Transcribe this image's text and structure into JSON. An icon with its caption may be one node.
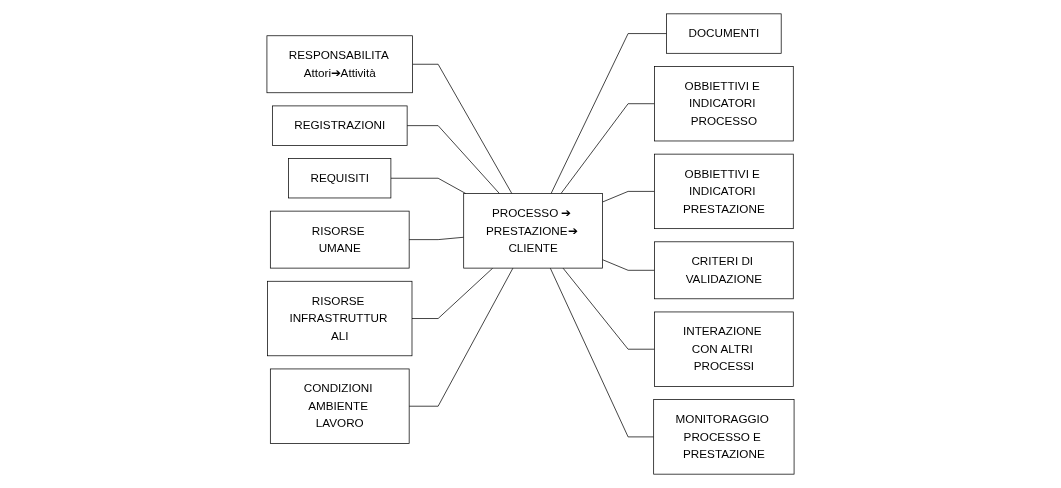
{
  "diagram": {
    "nodes": [
      {
        "text": [
          "RESPONSABILITA Attori➔Attività"
        ]
      },
      {
        "text": [
          "REGISTRAZIONI"
        ]
      },
      {
        "text": [
          "REQUISITI"
        ]
      },
      {
        "text": [
          "DOCUMENTI"
        ]
      },
      {
        "text": [
          "RISORSE UMANE"
        ]
      },
      {
        "text": [
          "OBBIETTIVI E INDICATORI PROCESSO"
        ]
      },
      {
        "text": [
          "PROCESSO ➔ PRESTAZIONE➔ CLIENTE"
        ]
      },
      {
        "text": [
          "RISORSE INFRASTRUTTUR ALI"
        ]
      },
      {
        "text": [
          "OBBIETTIVI E INDICATORI PRESTAZIONE"
        ]
      },
      {
        "text": [
          "CONDIZIONI AMBIENTE LAVORO"
        ]
      },
      {
        "text": [
          "CRITERI DI VALIDAZIONE"
        ]
      },
      {
        "text": [
          "INTERAZIONE CON ALTRI PROCESSI"
        ]
      },
      {
        "text": [
          "MONITORAGGIO PROCESSO E PRESTAZIONE"
        ]
      }
    ],
    "edges": [
      {
        "from": 0,
        "to": 6,
        "arrow": "none"
      },
      {
        "from": 1,
        "to": 6,
        "arrow": "none"
      },
      {
        "from": 2,
        "to": 6,
        "arrow": "none"
      },
      {
        "from": 6,
        "to": 3,
        "arrow": "none"
      },
      {
        "from": 4,
        "to": 6,
        "arrow": "none"
      },
      {
        "from": 6,
        "to": 5,
        "arrow": "none"
      },
      {
        "from": 7,
        "to": 6,
        "arrow": "none"
      },
      {
        "from": 6,
        "to": 8,
        "arrow": "none"
      },
      {
        "from": 9,
        "to": 6,
        "arrow": "none"
      },
      {
        "from": 6,
        "to": 10,
        "arrow": "none"
      },
      {
        "from": 6,
        "to": 11,
        "arrow": "none"
      },
      {
        "from": 6,
        "to": 12,
        "arrow": "none"
      }
    ]
  }
}
